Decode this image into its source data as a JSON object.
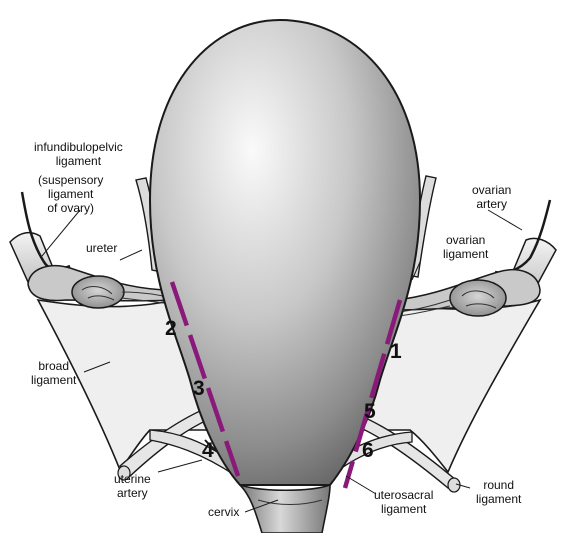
{
  "labels": {
    "infundibulopelvic": "infundibulopelvic\nligament",
    "suspensory": "(suspensory\nligament\nof ovary)",
    "ureter": "ureter",
    "ovarian_artery": "ovarian\nartery",
    "ovarian_ligament": "ovarian\nligament",
    "broad_ligament": "broad\nligament",
    "uterine_artery": "uterine\nartery",
    "cervix": "cervix",
    "uterosacral_ligament": "uterosacral\nligament",
    "round_ligament": "round\nligament"
  },
  "cut_numbers": [
    "1",
    "2",
    "3",
    "4",
    "5",
    "6"
  ],
  "colors": {
    "cut_line": "#8a1a7a",
    "outline": "#1a1a1a",
    "ligament_fill": "#eeeeee",
    "uterus_light": "#f2f2f2",
    "uterus_dark": "#6e6e6e"
  }
}
